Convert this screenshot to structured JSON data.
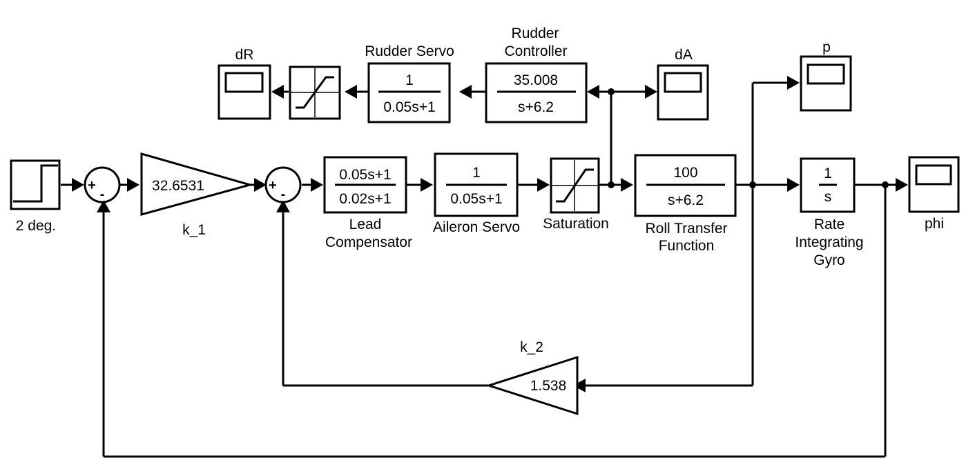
{
  "source": {
    "label": "2 deg."
  },
  "gain_k1": {
    "value": "32.6531",
    "label": "k_1"
  },
  "gain_k2": {
    "value": "1.538",
    "label": "k_2"
  },
  "sum1": {
    "plus": "+",
    "minus": "-"
  },
  "sum2": {
    "plus": "+",
    "minus": "-"
  },
  "lead_compensator": {
    "numerator": "0.05s+1",
    "denominator": "0.02s+1",
    "label_line1": "Lead",
    "label_line2": "Compensator"
  },
  "aileron_servo": {
    "numerator": "1",
    "denominator": "0.05s+1",
    "label": "Aileron Servo"
  },
  "saturation": {
    "label": "Saturation"
  },
  "roll_tf": {
    "numerator": "100",
    "denominator": "s+6.2",
    "label_line1": "Roll Transfer",
    "label_line2": "Function"
  },
  "gyro": {
    "numerator": "1",
    "denominator": "s",
    "label_line1": "Rate",
    "label_line2": "Integrating",
    "label_line3": "Gyro"
  },
  "rudder_controller": {
    "numerator": "35.008",
    "denominator": "s+6.2",
    "label_line1": "Rudder",
    "label_line2": "Controller"
  },
  "rudder_servo": {
    "numerator": "1",
    "denominator": "0.05s+1",
    "label": "Rudder Servo"
  },
  "scopes": {
    "dR": "dR",
    "dA": "dA",
    "p": "p",
    "phi": "phi"
  }
}
